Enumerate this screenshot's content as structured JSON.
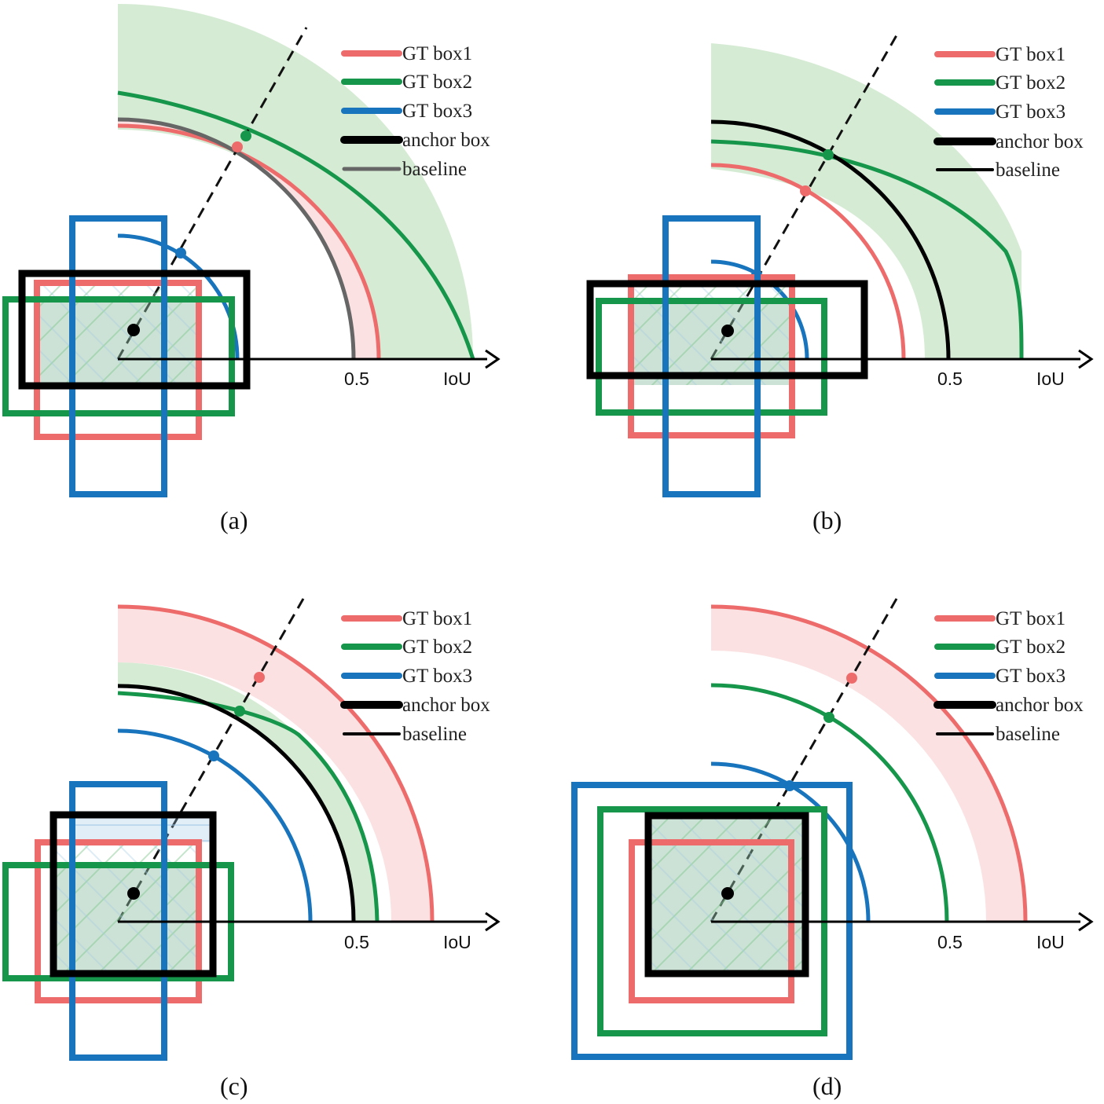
{
  "legend": {
    "gt_box1": "GT box1",
    "gt_box2": "GT box2",
    "gt_box3": "GT box3",
    "anchor_box": "anchor box",
    "baseline": "baseline"
  },
  "axis": {
    "tick_label": "0.5",
    "label": "IoU"
  },
  "captions": [
    "(a)",
    "(b)",
    "(c)",
    "(d)"
  ],
  "colors": {
    "gt_box1": "#ee6b6b",
    "gt_box2": "#16964a",
    "gt_box3": "#1874bd",
    "anchor_box": "#000000",
    "baseline_a": "#666666",
    "baseline": "#000000",
    "band_green": "#d6ebd4",
    "band_pink": "#fbe1e1"
  }
}
